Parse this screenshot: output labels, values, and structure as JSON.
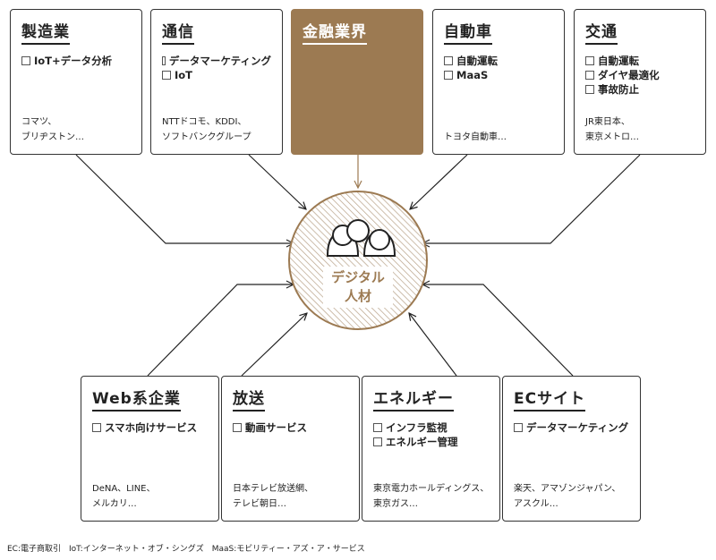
{
  "top_boxes": [
    {
      "title": "製造業",
      "items": [
        "IoT+データ分析"
      ],
      "companies": "コマツ、\nブリヂストン…"
    },
    {
      "title": "通信",
      "items": [
        "データマーケティング",
        "IoT"
      ],
      "companies": "NTTドコモ、KDDI、\nソフトバンクグループ"
    },
    {
      "title": "金融業界",
      "items": [],
      "companies": ""
    },
    {
      "title": "自動車",
      "items": [
        "自動運転",
        "MaaS"
      ],
      "companies": "トヨタ自動車…"
    },
    {
      "title": "交通",
      "items": [
        "自動運転",
        "ダイヤ最適化",
        "事故防止"
      ],
      "companies": "JR東日本、\n東京メトロ…"
    }
  ],
  "bottom_boxes": [
    {
      "title": "Web系企業",
      "items": [
        "スマホ向けサービス"
      ],
      "companies": "DeNA、LINE、\nメルカリ…"
    },
    {
      "title": "放送",
      "items": [
        "動画サービス"
      ],
      "companies": "日本テレビ放送網、\nテレビ朝日…"
    },
    {
      "title": "エネルギー",
      "items": [
        "インフラ監視",
        "エネルギー管理"
      ],
      "companies": "東京電力ホールディングス、\n東京ガス…"
    },
    {
      "title": "ECサイト",
      "items": [
        "データマーケティング"
      ],
      "companies": "楽天、アマゾンジャパン、\nアスクル…"
    }
  ],
  "center": {
    "line1": "デジタル",
    "line2": "人材",
    "icon": "people-icon"
  },
  "footnote": "EC:電子商取引　IoT:インターネット・オブ・シングズ　MaaS:モビリティー・アズ・ア・サービス",
  "colors": {
    "accent": "#9c7a52",
    "line": "#222222"
  }
}
